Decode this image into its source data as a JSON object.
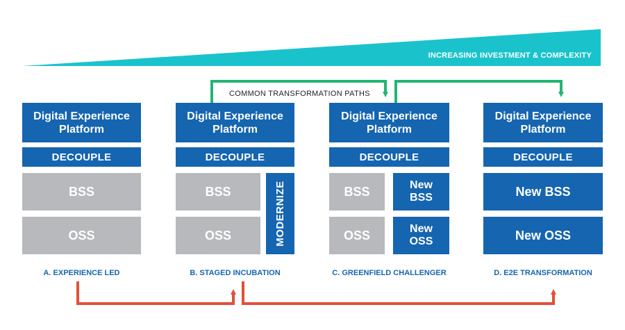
{
  "banner": {
    "label": "INCREASING INVESTMENT & COMPLEXITY",
    "color": "#1ac3cc"
  },
  "paths_label": "COMMON TRANSFORMATION PATHS",
  "colors": {
    "box_blue": "#1565b0",
    "box_gray": "#b7b9bc",
    "arrow_green": "#22b573",
    "arrow_red": "#e0503a"
  },
  "columns": [
    {
      "title": "Digital Experience Platform",
      "decouple": "DECOUPLE",
      "bss": "BSS",
      "oss": "OSS",
      "caption": "A. EXPERIENCE LED"
    },
    {
      "title": "Digital Experience Platform",
      "decouple": "DECOUPLE",
      "bss": "BSS",
      "oss": "OSS",
      "modernize": "MODERNIZE",
      "caption": "B. STAGED INCUBATION"
    },
    {
      "title": "Digital Experience Platform",
      "decouple": "DECOUPLE",
      "bss": "BSS",
      "oss": "OSS",
      "new_bss": "New BSS",
      "new_oss": "New OSS",
      "caption": "C. GREENFIELD CHALLENGER"
    },
    {
      "title": "Digital Experience Platform",
      "decouple": "DECOUPLE",
      "new_bss": "New BSS",
      "new_oss": "New OSS",
      "caption": "D. E2E TRANSFORMATION"
    }
  ]
}
